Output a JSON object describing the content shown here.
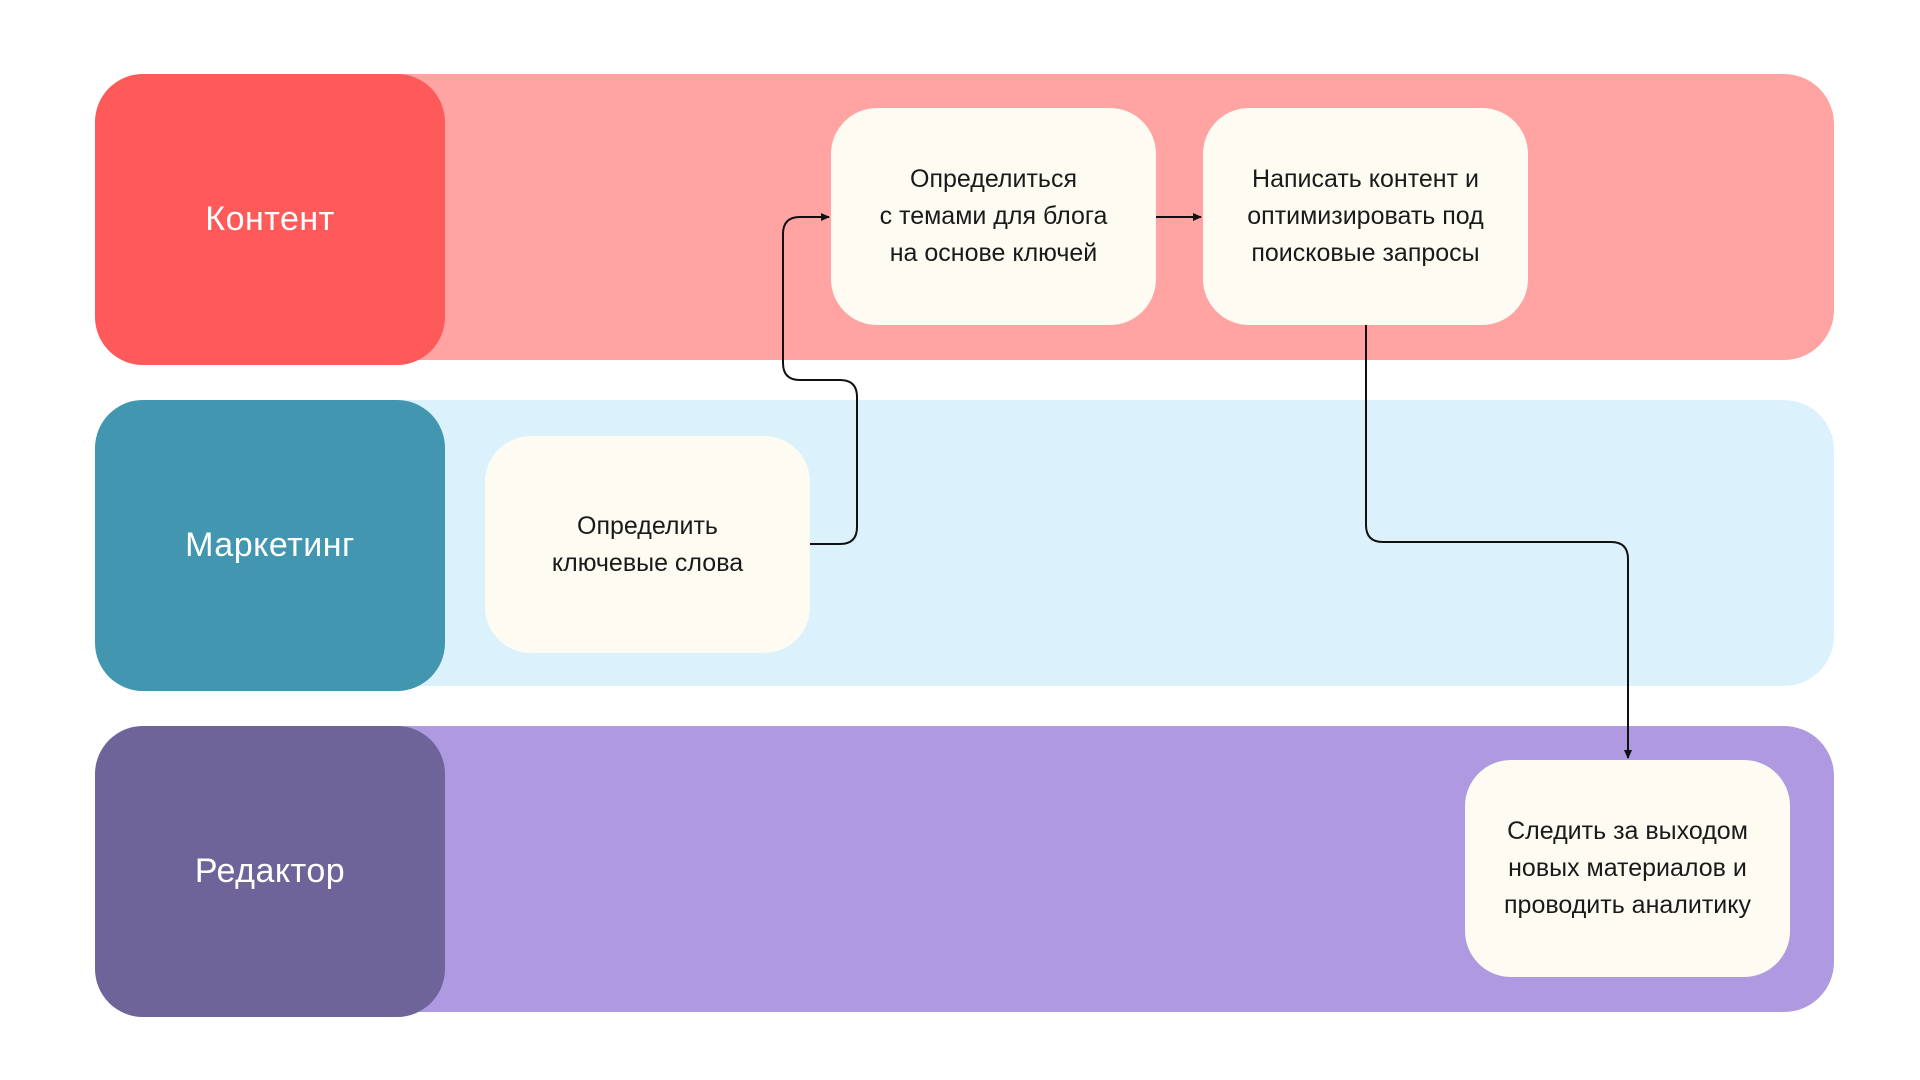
{
  "lanes": [
    {
      "label": "Контент",
      "head_color": "#ff5a5a",
      "band_color": "#ffa3a3"
    },
    {
      "label": "Маркетинг",
      "head_color": "#4296af",
      "band_color": "#dbf2fd"
    },
    {
      "label": "Редактор",
      "head_color": "#6f6499",
      "band_color": "#af99e0"
    }
  ],
  "steps": {
    "define_keywords": "Определить\nключевые слова",
    "define_topics": "Определиться\nс темами для блога\nна основе ключей",
    "write_content": "Написать контент и\nоптимизировать под\nпоисковые запросы",
    "track_analytics": "Следить за выходом\nновых материалов и\nпроводить аналитику"
  },
  "card_color": "#fdfbf2",
  "connector_color": "#111111"
}
